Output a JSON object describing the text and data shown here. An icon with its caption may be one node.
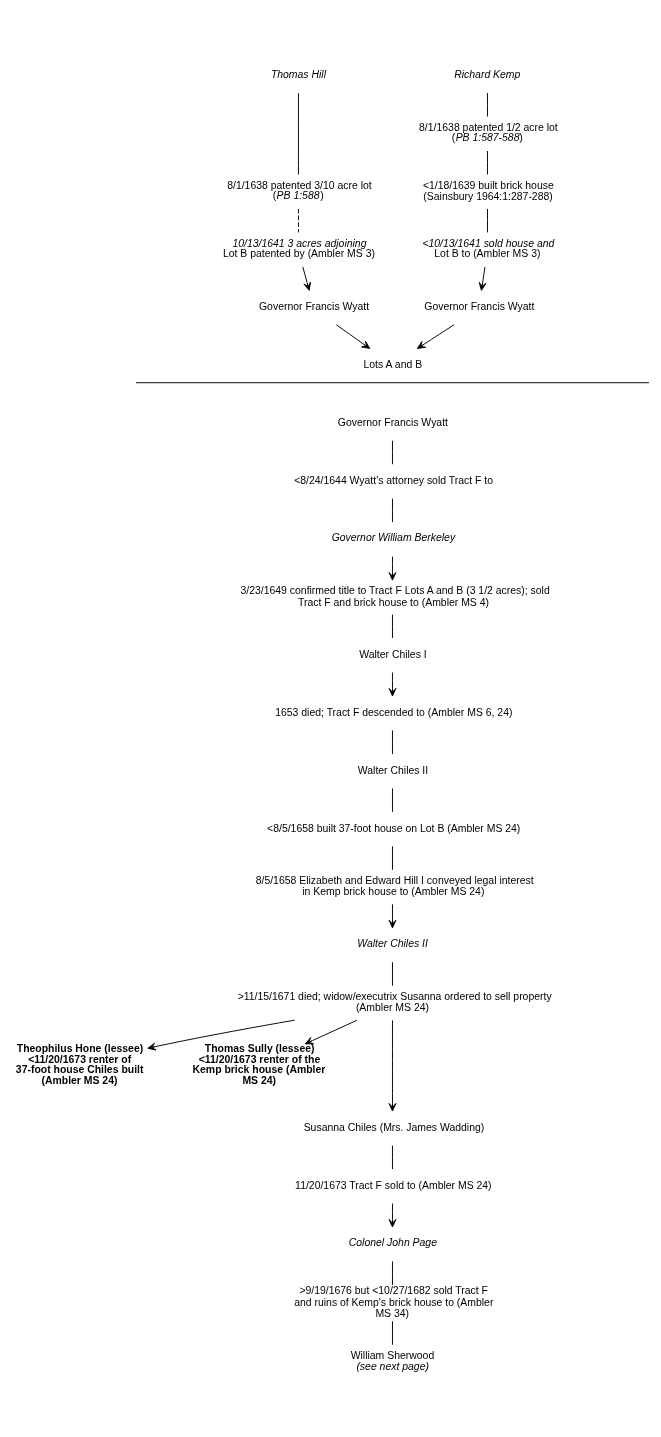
{
  "diagram": {
    "nodes": [
      {
        "text": [
          "Thomas Hill"
        ]
      },
      {
        "text": [
          "8/1/1638 patented 3/10 acre lot (*PB 1:588*)"
        ]
      },
      {
        "text": [
          "*10/13/1641 3 acres adjoining* Lot B patented by (Ambler MS 3)"
        ]
      },
      {
        "text": [
          "Governor Francis Wyatt"
        ]
      },
      {
        "text": [
          "Richard Kemp"
        ]
      },
      {
        "text": [
          "8/1/1638 patented 1/2 acre lot (*PB 1:587-588*)"
        ]
      },
      {
        "text": [
          "<1/18/1639 built brick house (Sainsbury 1964:1:287-288)"
        ]
      },
      {
        "text": [
          "*<10/13/1641 sold house and* Lot B to (Ambler MS 3)"
        ]
      },
      {
        "text": [
          "Governor Francis Wyatt"
        ]
      },
      {
        "text": [
          "Lots A and B"
        ]
      },
      {
        "text": [
          "Governor Francis Wyatt"
        ]
      },
      {
        "text": [
          "<8/24/1644 Wyatt's attorney sold Tract F to"
        ]
      },
      {
        "text": [
          "Governor William Berkeley"
        ]
      },
      {
        "text": [
          "3/23/1649 confirmed title to Tract F Lots A and B (3 1/2 acres); sold Tract F and brick house to (Ambler MS 4)"
        ]
      },
      {
        "text": [
          "Walter Chiles I"
        ]
      },
      {
        "text": [
          "1653 died; Tract F descended to (Ambler MS 6, 24)"
        ]
      },
      {
        "text": [
          "Walter Chiles II"
        ]
      },
      {
        "text": [
          "<8/5/1658 built 37-foot house on Lot B (Ambler MS 24)"
        ]
      },
      {
        "text": [
          "8/5/1658 Elizabeth and Edward Hill I conveyed legal interest in Kemp brick house to (Ambler MS 24)"
        ]
      },
      {
        "text": [
          "Walter Chiles II"
        ]
      },
      {
        "text": [
          ">11/15/1671 died; widow/executrix Susanna ordered to sell property (Ambler MS 24)"
        ]
      },
      {
        "text": [
          "Theophilus Hone (lessee) <11/20/1673 renter of 37-foot house Chiles built (Ambler MS 24)"
        ]
      },
      {
        "text": [
          "Thomas Sully (lessee) <11/20/1673 renter of the Kemp brick house (Ambler MS 24)"
        ]
      },
      {
        "text": [
          "Susanna Chiles (Mrs. James Wadding)"
        ]
      },
      {
        "text": [
          "11/20/1673 Tract F sold to (Ambler MS 24)"
        ]
      },
      {
        "text": [
          "Colonel John Page"
        ]
      },
      {
        "text": [
          ">9/19/1676 but <10/27/1682 sold Tract F and ruins of Kemp's brick house to (Ambler MS 34)"
        ]
      },
      {
        "text": [
          "William Sherwood",
          "(see next page)"
        ]
      }
    ],
    "edges": [
      {
        "from": 0,
        "to": 1,
        "arrow": "none"
      },
      {
        "from": 1,
        "to": 2,
        "arrow": "none",
        "style": "dashed"
      },
      {
        "from": 2,
        "to": 3,
        "arrow": "to"
      },
      {
        "from": 4,
        "to": 5,
        "arrow": "none"
      },
      {
        "from": 5,
        "to": 6,
        "arrow": "none"
      },
      {
        "from": 6,
        "to": 7,
        "arrow": "none"
      },
      {
        "from": 7,
        "to": 8,
        "arrow": "to"
      },
      {
        "from": 3,
        "to": 9,
        "arrow": "to"
      },
      {
        "from": 8,
        "to": 9,
        "arrow": "to"
      },
      {
        "from": 10,
        "to": 11,
        "arrow": "none"
      },
      {
        "from": 11,
        "to": 12,
        "arrow": "none"
      },
      {
        "from": 12,
        "to": 13,
        "arrow": "to"
      },
      {
        "from": 13,
        "to": 14,
        "arrow": "none"
      },
      {
        "from": 14,
        "to": 15,
        "arrow": "to"
      },
      {
        "from": 15,
        "to": 16,
        "arrow": "none"
      },
      {
        "from": 16,
        "to": 17,
        "arrow": "none"
      },
      {
        "from": 17,
        "to": 18,
        "arrow": "none"
      },
      {
        "from": 18,
        "to": 19,
        "arrow": "to"
      },
      {
        "from": 19,
        "to": 20,
        "arrow": "none"
      },
      {
        "from": 20,
        "to": 21,
        "arrow": "to"
      },
      {
        "from": 20,
        "to": 22,
        "arrow": "to"
      },
      {
        "from": 20,
        "to": 23,
        "arrow": "to"
      },
      {
        "from": 23,
        "to": 24,
        "arrow": "none"
      },
      {
        "from": 24,
        "to": 25,
        "arrow": "to"
      },
      {
        "from": 25,
        "to": 26,
        "arrow": "none"
      },
      {
        "from": 26,
        "to": 27,
        "arrow": "none"
      }
    ]
  }
}
